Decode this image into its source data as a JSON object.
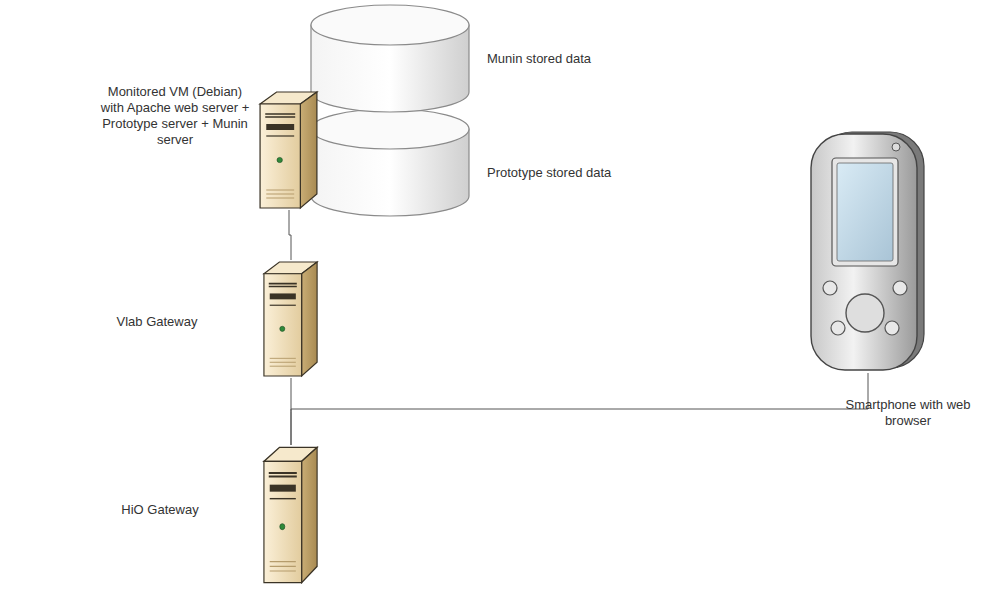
{
  "diagram": {
    "nodes": [
      {
        "text": [
          "Monitored VM (Debian) with Apache web server + Prototype server + Munin server"
        ]
      },
      {
        "text": [
          "Munin stored data"
        ]
      },
      {
        "text": [
          "Prototype stored data"
        ]
      },
      {
        "text": [
          "Vlab Gateway"
        ]
      },
      {
        "text": [
          "HiO Gateway"
        ]
      },
      {
        "text": [
          "Smartphone with web browser"
        ]
      }
    ],
    "edges": [
      {
        "from": 0,
        "to": 3,
        "arrow": "none"
      },
      {
        "from": 3,
        "to": 4,
        "arrow": "none"
      },
      {
        "from": 4,
        "to": 5,
        "arrow": "none"
      }
    ]
  }
}
